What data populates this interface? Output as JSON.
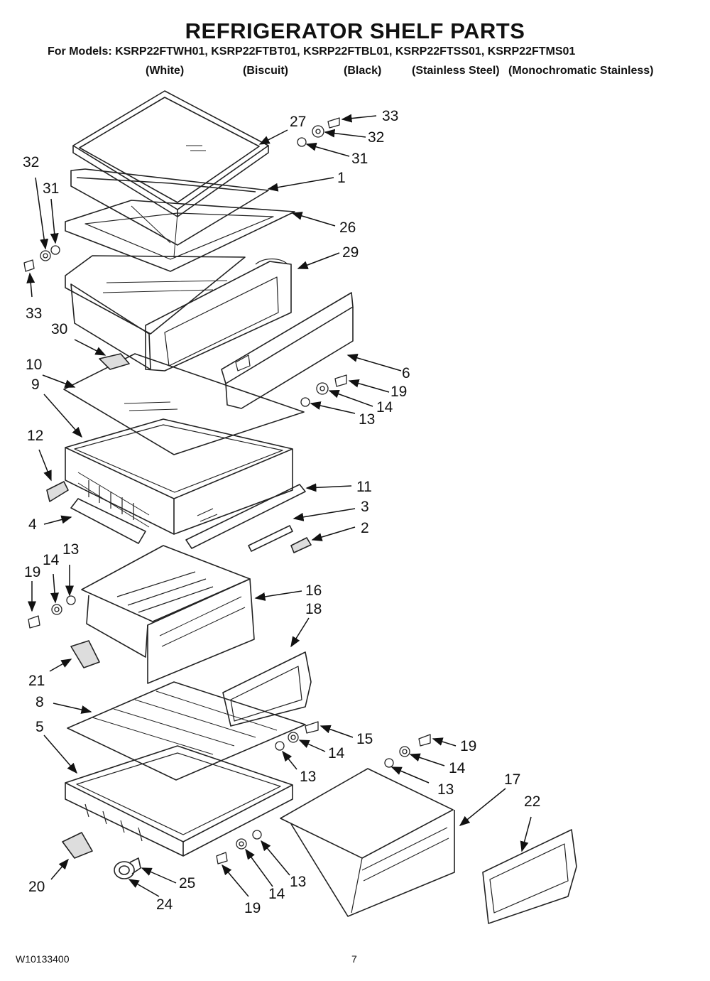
{
  "header": {
    "title": "REFRIGERATOR SHELF PARTS",
    "models_line": "For Models: KSRP22FTWH01, KSRP22FTBT01, KSRP22FTBL01, KSRP22FTSS01, KSRP22FTMS01",
    "colors": [
      "(White)",
      "(Biscuit)",
      "(Black)",
      "(Stainless Steel)",
      "(Monochromatic Stainless)"
    ]
  },
  "callouts": {
    "c27": "27",
    "c33a": "33",
    "c32a": "32",
    "c31a": "31",
    "c1": "1",
    "c26": "26",
    "c29": "29",
    "c32b": "32",
    "c31b": "31",
    "c33b": "33",
    "c30": "30",
    "c10": "10",
    "c9": "9",
    "c6": "6",
    "c19a": "19",
    "c14a": "14",
    "c13a": "13",
    "c12": "12",
    "c11": "11",
    "c3": "3",
    "c4": "4",
    "c2": "2",
    "c19b": "19",
    "c14b": "14",
    "c13b": "13",
    "c16": "16",
    "c18": "18",
    "c21": "21",
    "c8": "8",
    "c5": "5",
    "c15": "15",
    "c14c": "14",
    "c13c": "13",
    "c19c": "19",
    "c14d": "14",
    "c13d": "13",
    "c17": "17",
    "c22": "22",
    "c20": "20",
    "c25": "25",
    "c24": "24",
    "c19d": "19",
    "c14e": "14",
    "c13e": "13"
  },
  "footer": {
    "doc_number": "W10133400",
    "page_number": "7"
  }
}
